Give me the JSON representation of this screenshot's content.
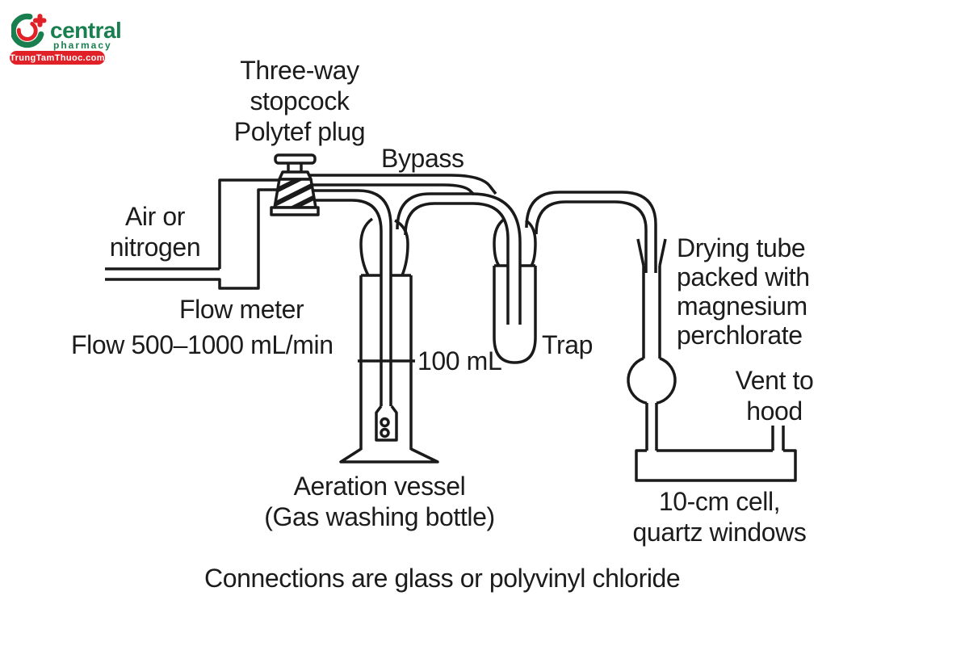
{
  "logo": {
    "brand": "central",
    "sub": "pharmacy",
    "badge": "TrungTamThuoc.com",
    "colors": {
      "green": "#1a7f4e",
      "red": "#e02228"
    }
  },
  "diagram": {
    "line_color": "#1a1a1a",
    "labels": {
      "stopcock": "Three-way\nstopcock\nPolytef plug",
      "bypass": "Bypass",
      "air": "Air or\nnitrogen",
      "flow_meter": "Flow meter",
      "flow_rate": "Flow 500–1000 mL/min",
      "volume": "100 mL",
      "trap": "Trap",
      "drying": "Drying tube\npacked with\nmagnesium\nperchlorate",
      "vent": "Vent to\nhood",
      "aeration": "Aeration vessel\n(Gas washing bottle)",
      "cell": "10-cm cell,\nquartz windows",
      "caption": "Connections are glass or polyvinyl chloride"
    }
  }
}
